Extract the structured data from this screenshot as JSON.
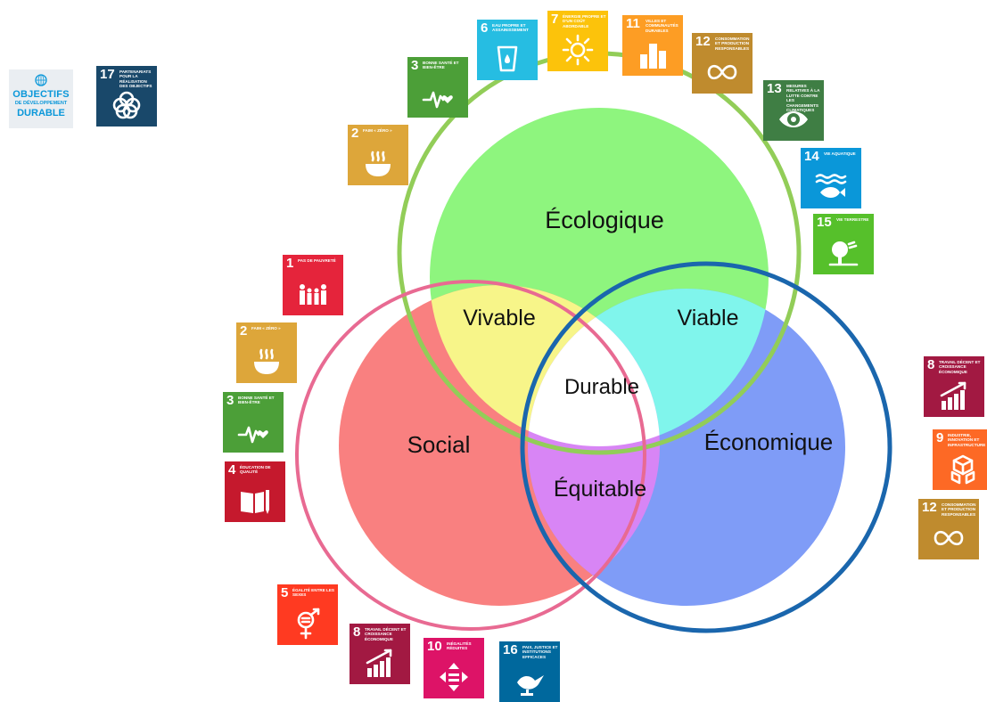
{
  "diagram": {
    "zones": {
      "ecologique": "Écologique",
      "social": "Social",
      "economique": "Économique",
      "vivable": "Vivable",
      "viable": "Viable",
      "equitable": "Équitable",
      "durable": "Durable"
    },
    "colors": {
      "ecologique_fill": "#8ef57e",
      "social_fill": "#f98080",
      "economique_fill": "#7f9cf7",
      "vivable_fill": "#f7f589",
      "viable_fill": "#80f5ec",
      "equitable_fill": "#d885f5",
      "durable_fill": "#ffffff",
      "ecologique_ring": "#92cd58",
      "social_ring": "#e86a92",
      "economique_ring": "#1a66ad"
    }
  },
  "logo": {
    "line1": "OBJECTIFS",
    "line2": "DE DÉVELOPPEMENT",
    "line3": "DURABLE",
    "icon": "un-globe-icon"
  },
  "tiles": [
    {
      "id": "t17",
      "num": "17",
      "text": "PARTENARIATS POUR LA RÉALISATION DES OBJECTIFS",
      "color": "#19486a",
      "icon": "flower-rings-icon"
    },
    {
      "id": "t6",
      "num": "6",
      "text": "EAU PROPRE ET ASSAINISSEMENT",
      "color": "#26bde2",
      "icon": "water-glass-icon"
    },
    {
      "id": "t7",
      "num": "7",
      "text": "ÉNERGIE PROPRE ET D'UN COÛT ABORDABLE",
      "color": "#fcc30b",
      "icon": "sun-power-icon"
    },
    {
      "id": "t11",
      "num": "11",
      "text": "VILLES ET COMMUNAUTÉS DURABLES",
      "color": "#fd9d24",
      "icon": "city-buildings-icon"
    },
    {
      "id": "t12a",
      "num": "12",
      "text": "CONSOMMATION ET PRODUCTION RESPONSABLES",
      "color": "#bf8b2e",
      "icon": "infinity-loop-icon"
    },
    {
      "id": "t3a",
      "num": "3",
      "text": "BONNE SANTÉ ET BIEN-ÊTRE",
      "color": "#4c9f38",
      "icon": "heartbeat-icon"
    },
    {
      "id": "t13",
      "num": "13",
      "text": "MESURES RELATIVES À LA LUTTE CONTRE LES CHANGEMENTS CLIMATIQUES",
      "color": "#3f7e44",
      "icon": "earth-eye-icon"
    },
    {
      "id": "t2a",
      "num": "2",
      "text": "FAIM « ZÉRO »",
      "color": "#dda63a",
      "icon": "bowl-icon"
    },
    {
      "id": "t14",
      "num": "14",
      "text": "VIE AQUATIQUE",
      "color": "#0a97d9",
      "icon": "fish-waves-icon"
    },
    {
      "id": "t15",
      "num": "15",
      "text": "VIE TERRESTRE",
      "color": "#56c02b",
      "icon": "tree-land-icon"
    },
    {
      "id": "t1",
      "num": "1",
      "text": "PAS DE PAUVRETÉ",
      "color": "#e5243b",
      "icon": "family-icon"
    },
    {
      "id": "t2b",
      "num": "2",
      "text": "FAIM « ZÉRO »",
      "color": "#dda63a",
      "icon": "bowl-icon"
    },
    {
      "id": "t3b",
      "num": "3",
      "text": "BONNE SANTÉ ET BIEN-ÊTRE",
      "color": "#4c9f38",
      "icon": "heartbeat-icon"
    },
    {
      "id": "t4",
      "num": "4",
      "text": "ÉDUCATION DE QUALITÉ",
      "color": "#c5192d",
      "icon": "book-pencil-icon"
    },
    {
      "id": "t8a",
      "num": "8",
      "text": "TRAVAIL DÉCENT ET CROISSANCE ÉCONOMIQUE",
      "color": "#a21942",
      "icon": "growth-chart-icon"
    },
    {
      "id": "t9",
      "num": "9",
      "text": "INDUSTRIE, INNOVATION ET INFRASTRUCTURE",
      "color": "#fd6925",
      "icon": "cubes-icon"
    },
    {
      "id": "t12b",
      "num": "12",
      "text": "CONSOMMATION ET PRODUCTION RESPONSABLES",
      "color": "#bf8b2e",
      "icon": "infinity-loop-icon"
    },
    {
      "id": "t5",
      "num": "5",
      "text": "ÉGALITÉ ENTRE LES SEXES",
      "color": "#ff3a21",
      "icon": "gender-equality-icon"
    },
    {
      "id": "t8b",
      "num": "8",
      "text": "TRAVAIL DÉCENT ET CROISSANCE ÉCONOMIQUE",
      "color": "#a21942",
      "icon": "growth-chart-icon"
    },
    {
      "id": "t10",
      "num": "10",
      "text": "INÉGALITÉS RÉDUITES",
      "color": "#dd1367",
      "icon": "reduced-inequality-icon"
    },
    {
      "id": "t16",
      "num": "16",
      "text": "PAIX, JUSTICE ET INSTITUTIONS EFFICACES",
      "color": "#00689d",
      "icon": "dove-gavel-icon"
    }
  ]
}
